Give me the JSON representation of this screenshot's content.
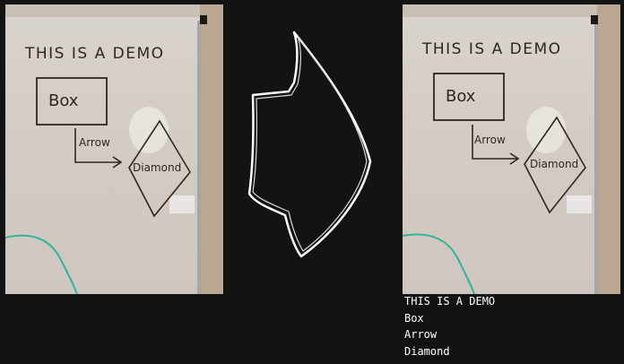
{
  "whiteboard": {
    "title": "THIS IS A DEMO",
    "box_label": "Box",
    "arrow_label": "Arrow",
    "diamond_label": "Diamond"
  },
  "transcript": {
    "lines": [
      "THIS IS A DEMO",
      "Box",
      "Arrow",
      "Diamond"
    ]
  },
  "icons": {
    "center": "right-arrow-icon"
  },
  "colors": {
    "background": "#131313",
    "ink": "#2c2722",
    "green_marker": "#2fb59b",
    "arrow_stroke": "#ffffff"
  }
}
